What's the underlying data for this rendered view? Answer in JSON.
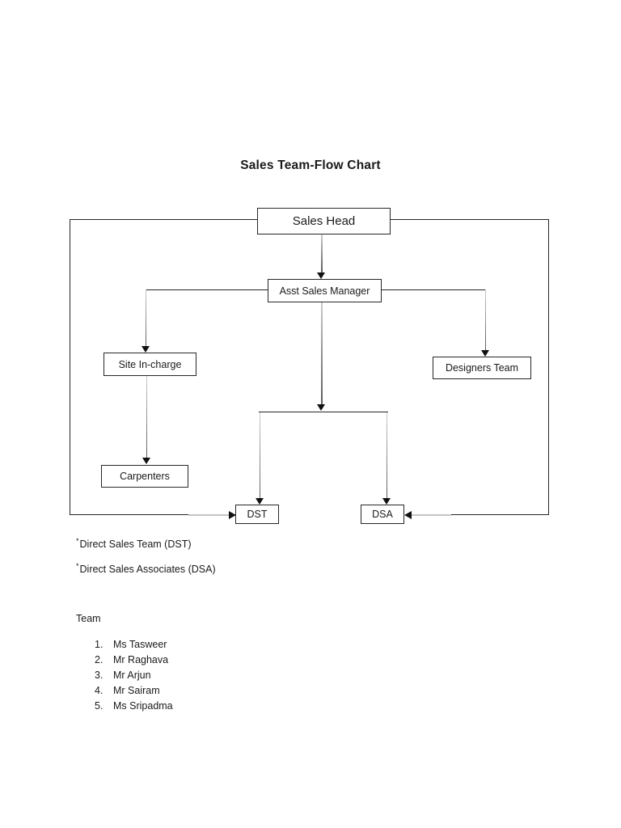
{
  "title": "Sales Team-Flow Chart",
  "diagram": {
    "nodes": {
      "sales_head": "Sales Head",
      "asst_sales_manager": "Asst Sales Manager",
      "site_incharge": "Site In-charge",
      "designers_team": "Designers Team",
      "carpenters": "Carpenters",
      "dst": "DST",
      "dsa": "DSA"
    },
    "line_color": "#262626",
    "connector_color": "#a8a8a8",
    "arrow_color": "#111111"
  },
  "footnotes": [
    {
      "symbol": "*",
      "text": "Direct Sales Team (DST)"
    },
    {
      "symbol": "*",
      "text": "Direct Sales Associates (DSA)"
    }
  ],
  "team": {
    "heading": "Team",
    "members": [
      {
        "num": "1.",
        "name": "Ms Tasweer"
      },
      {
        "num": "2.",
        "name": "Mr Raghava"
      },
      {
        "num": "3.",
        "name": "Mr Arjun"
      },
      {
        "num": "4.",
        "name": "Mr Sairam"
      },
      {
        "num": "5.",
        "name": "Ms Sripadma"
      }
    ]
  }
}
